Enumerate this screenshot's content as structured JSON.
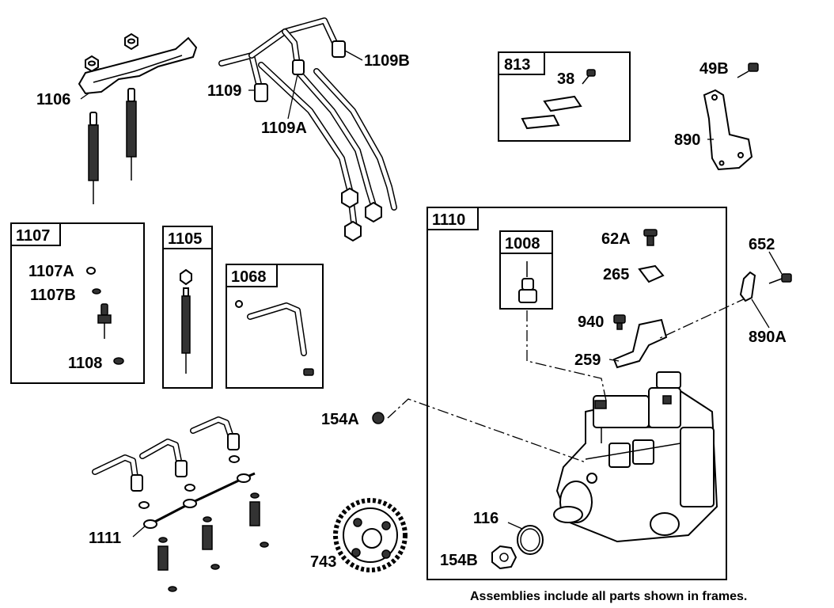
{
  "callouts": {
    "c1106": "1106",
    "c1109": "1109",
    "c1109A": "1109A",
    "c1109B": "1109B",
    "c38": "38",
    "c49B": "49B",
    "c890": "890",
    "c1107A": "1107A",
    "c1107B": "1107B",
    "c1108": "1108",
    "c62A": "62A",
    "c265": "265",
    "c652": "652",
    "c940": "940",
    "c890A": "890A",
    "c259": "259",
    "c154A": "154A",
    "c116": "116",
    "c154B": "154B",
    "c1111": "1111",
    "c743": "743"
  },
  "frames": {
    "f813": "813",
    "f1107": "1107",
    "f1105": "1105",
    "f1068": "1068",
    "f1110": "1110",
    "f1008": "1008"
  },
  "footer": {
    "note": "Assemblies include all parts shown in frames."
  }
}
